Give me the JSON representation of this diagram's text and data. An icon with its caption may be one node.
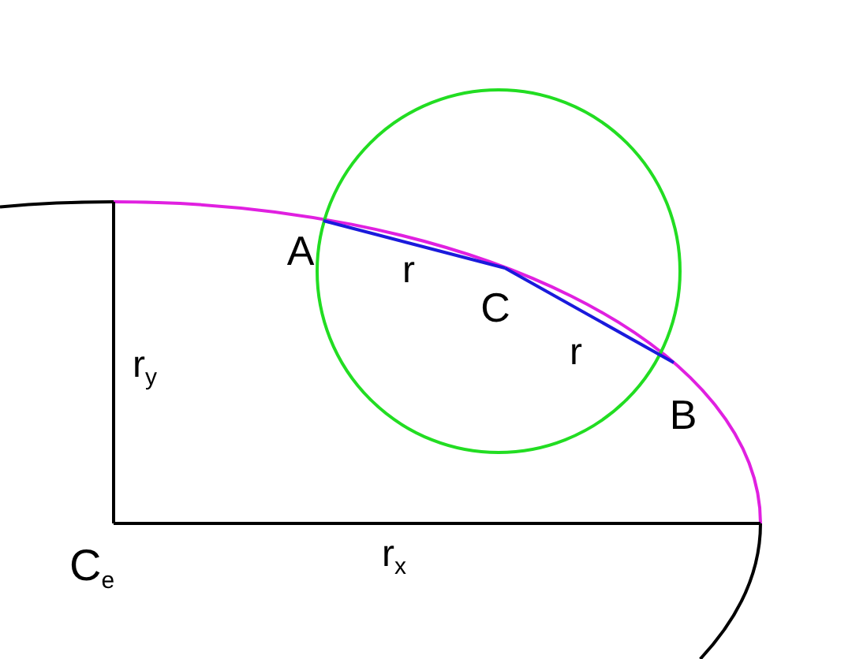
{
  "diagram": {
    "nodes": [
      {
        "text": [
          "A"
        ]
      },
      {
        "text": [
          "C"
        ]
      },
      {
        "text": [
          "B"
        ]
      }
    ],
    "edges": [
      {
        "from": 0,
        "to": 1,
        "arrow": "none",
        "label": "r",
        "color": "#1a1adc"
      },
      {
        "from": 1,
        "to": 2,
        "arrow": "none",
        "label": "r",
        "color": "#1a1adc"
      }
    ],
    "labels": [
      "r$_{y}$",
      "C$_{e}$",
      "r$_{x}$"
    ]
  }
}
